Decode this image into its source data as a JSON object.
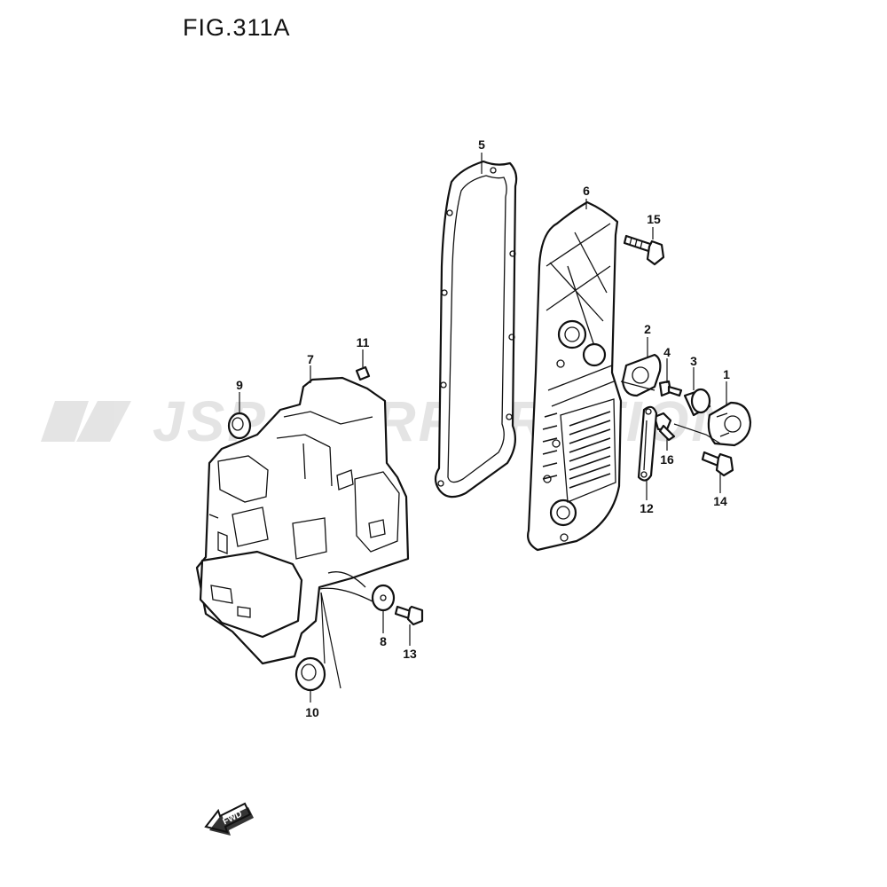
{
  "figure": {
    "title": "FIG.311A"
  },
  "watermark": {
    "text": "JSP CORPORATION",
    "color": "#d9d9d9"
  },
  "callouts": {
    "p1": "1",
    "p2": "2",
    "p3": "3",
    "p4": "4",
    "p5": "5",
    "p6": "6",
    "p7": "7",
    "p8": "8",
    "p9": "9",
    "p10": "10",
    "p11": "11",
    "p12": "12",
    "p13": "13",
    "p14": "14",
    "p15": "15",
    "p16": "16"
  },
  "fwd_arrow": {
    "label": "FWD"
  }
}
